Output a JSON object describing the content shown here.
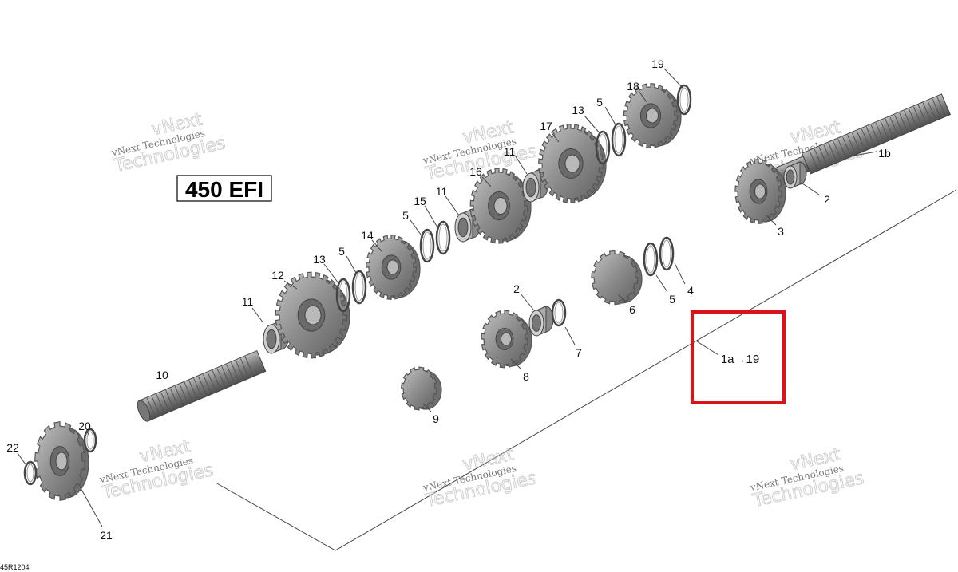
{
  "diagram": {
    "model_label": "450 EFI",
    "range_label": "1a→19",
    "drawing_code": "45R1204",
    "callouts": [
      "19",
      "18",
      "13",
      "5",
      "17",
      "11",
      "16",
      "1b",
      "2",
      "3",
      "15",
      "11",
      "5",
      "14",
      "13",
      "5",
      "12",
      "11",
      "10",
      "2",
      "7",
      "8",
      "6",
      "5",
      "4",
      "9",
      "20",
      "22",
      "21"
    ],
    "watermark": {
      "line1": "vNext Technologies",
      "line2": "Technologies",
      "line3": "vNext"
    },
    "colors": {
      "highlight_box": "#d9141b",
      "part_fill": "#9a9a9a",
      "part_shadow": "#6e6e6e"
    }
  }
}
